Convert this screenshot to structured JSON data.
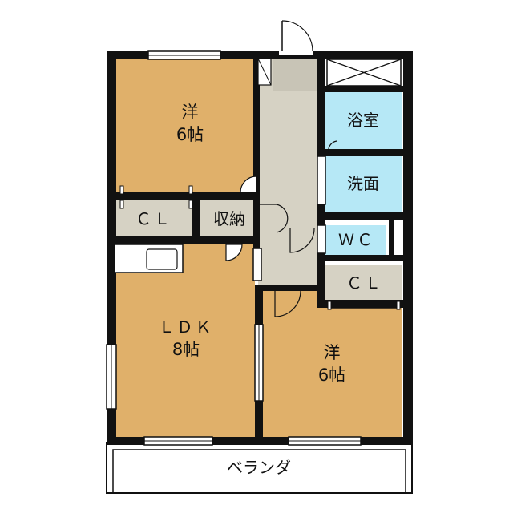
{
  "colors": {
    "room": "#e0b06a",
    "wet": "#b6e8f6",
    "corridor": "#d6d2c4",
    "closet": "#d6d2c4",
    "wall": "#111111"
  },
  "rooms": {
    "western_top": {
      "line1": "洋",
      "line2": "6帖"
    },
    "ldk": {
      "line1": "ＬＤＫ",
      "line2": "8帖"
    },
    "western_bottom": {
      "line1": "洋",
      "line2": "6帖"
    },
    "bath": "浴室",
    "washroom": "洗面",
    "wc": "ＷＣ",
    "closet_left": "ＣＬ",
    "storage": "収納",
    "closet_right": "ＣＬ",
    "veranda": "ベランダ"
  }
}
